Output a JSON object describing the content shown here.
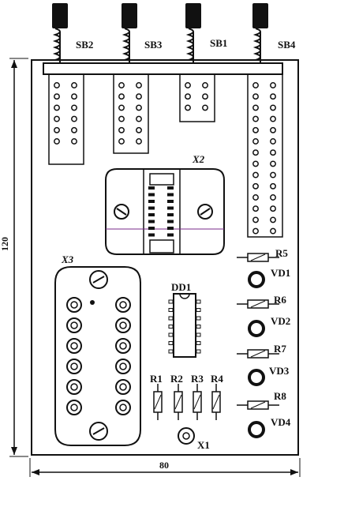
{
  "buttons": [
    "SB2",
    "SB3",
    "SB1",
    "SB4"
  ],
  "connectors": {
    "x2": "X2",
    "x3": "X3"
  },
  "chip": "DD1",
  "resistors_v": [
    "R1",
    "R2",
    "R3",
    "R4"
  ],
  "resistors_h": [
    "R5",
    "R6",
    "R7",
    "R8"
  ],
  "leds": [
    "VD1",
    "VD2",
    "VD3",
    "VD4"
  ],
  "jack": "X1",
  "dimensions": {
    "height": "120",
    "width": "80"
  }
}
